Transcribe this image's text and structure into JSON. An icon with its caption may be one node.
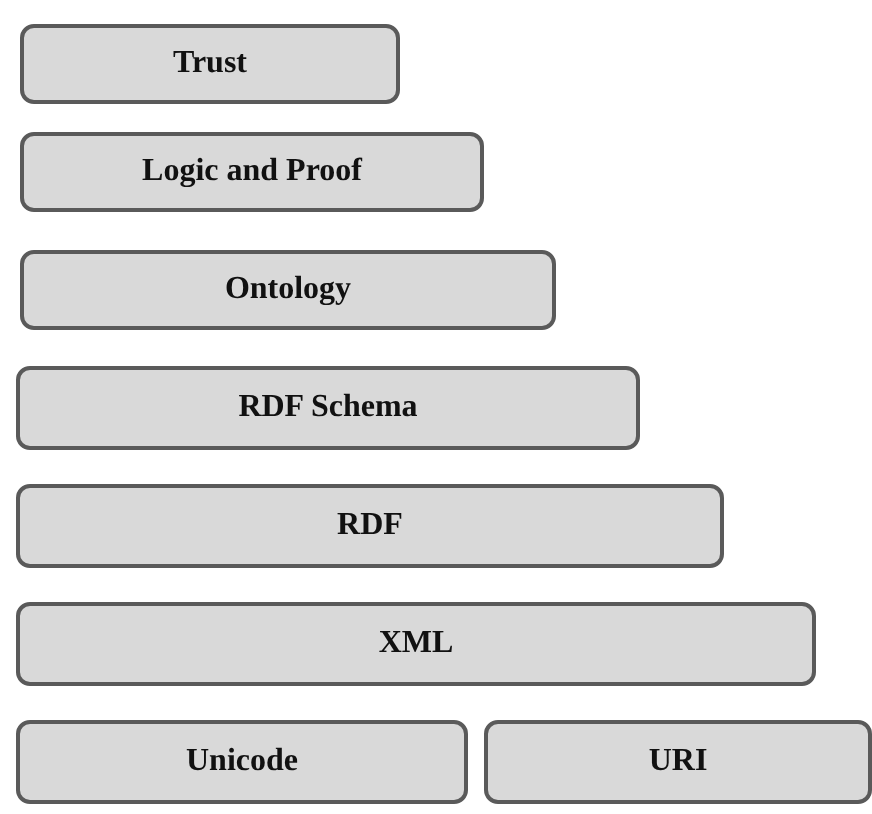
{
  "diagram": {
    "nodes": [
      {
        "text": [
          "Trust"
        ]
      },
      {
        "text": [
          "Logic and Proof"
        ]
      },
      {
        "text": [
          "Ontology"
        ]
      },
      {
        "text": [
          "RDF Schema"
        ]
      },
      {
        "text": [
          "RDF"
        ]
      },
      {
        "text": [
          "XML"
        ]
      },
      {
        "text": [
          "Unicode"
        ]
      },
      {
        "text": [
          "URI"
        ]
      }
    ]
  }
}
